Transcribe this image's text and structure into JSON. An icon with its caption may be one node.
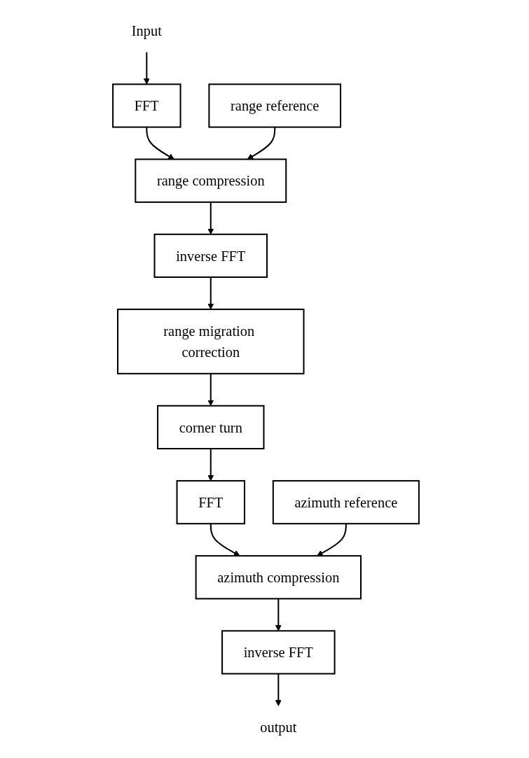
{
  "diagram": {
    "nodes": [
      {
        "text": [
          "Input"
        ]
      },
      {
        "text": [
          "FFT"
        ]
      },
      {
        "text": [
          "range reference"
        ]
      },
      {
        "text": [
          "range compression"
        ]
      },
      {
        "text": [
          "inverse FFT"
        ]
      },
      {
        "text": [
          "range migration correction"
        ]
      },
      {
        "text": [
          "corner turn"
        ]
      },
      {
        "text": [
          "FFT"
        ]
      },
      {
        "text": [
          "azimuth reference"
        ]
      },
      {
        "text": [
          "azimuth compression"
        ]
      },
      {
        "text": [
          "inverse FFT"
        ]
      },
      {
        "text": [
          "output"
        ]
      }
    ],
    "edges": [
      {
        "from": 0,
        "to": 1,
        "arrow": "to"
      },
      {
        "from": 1,
        "to": 3,
        "arrow": "to"
      },
      {
        "from": 2,
        "to": 3,
        "arrow": "to"
      },
      {
        "from": 3,
        "to": 4,
        "arrow": "to"
      },
      {
        "from": 4,
        "to": 5,
        "arrow": "to"
      },
      {
        "from": 5,
        "to": 6,
        "arrow": "to"
      },
      {
        "from": 6,
        "to": 7,
        "arrow": "to"
      },
      {
        "from": 7,
        "to": 9,
        "arrow": "to"
      },
      {
        "from": 8,
        "to": 9,
        "arrow": "to"
      },
      {
        "from": 9,
        "to": 10,
        "arrow": "to"
      },
      {
        "from": 10,
        "to": 11,
        "arrow": "to"
      }
    ]
  }
}
